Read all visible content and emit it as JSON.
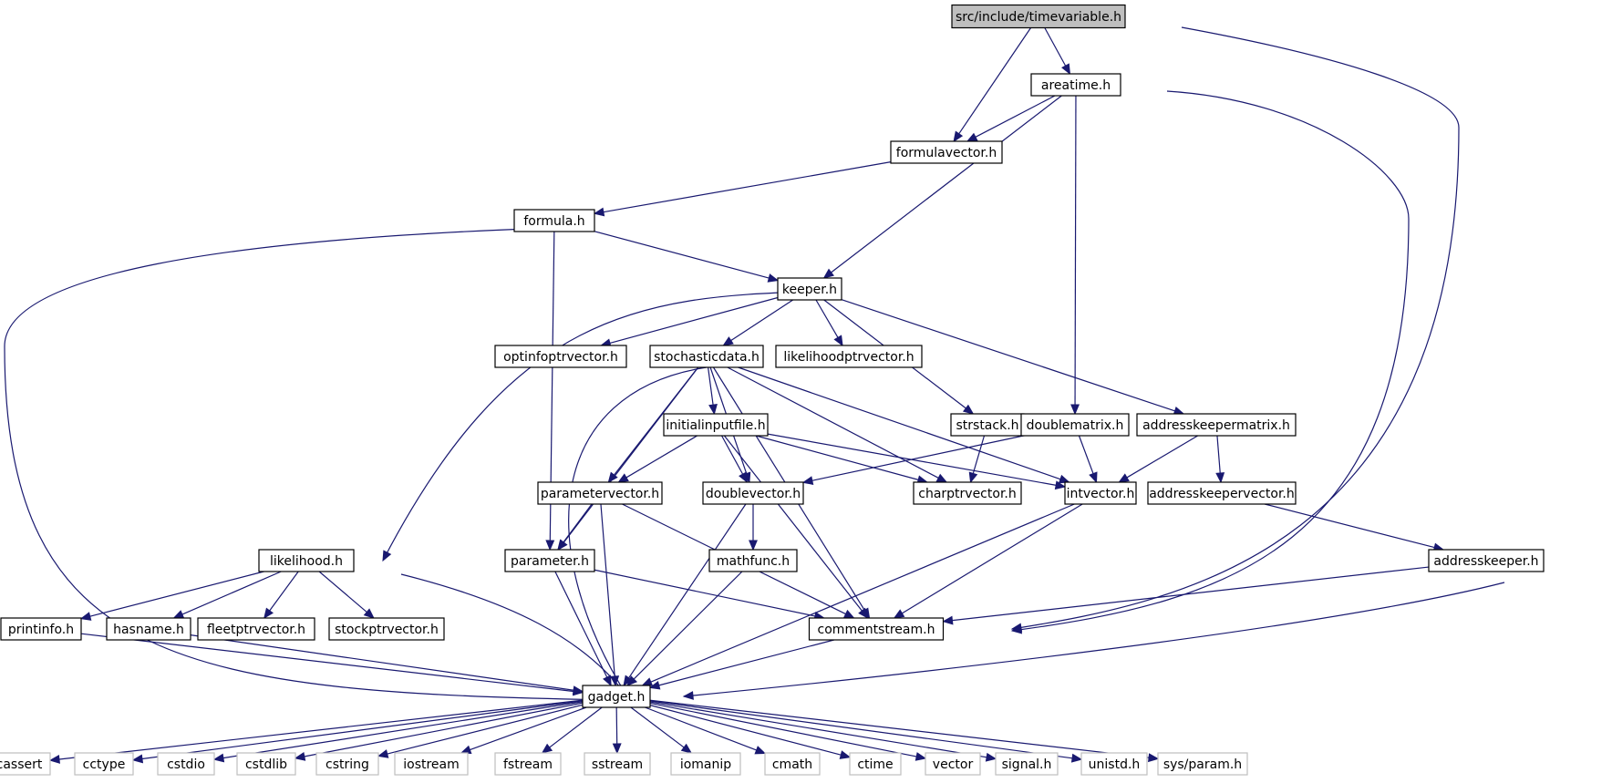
{
  "colors": {
    "edge": "#191970",
    "root_fill": "#bfbfbf",
    "external_border": "#bfbfbf",
    "node_border": "#000000",
    "background": "#ffffff"
  },
  "nodes": [
    {
      "id": "timevariable",
      "label": "src/include/timevariable.h",
      "kind": "root"
    },
    {
      "id": "areatime",
      "label": "areatime.h",
      "kind": "local"
    },
    {
      "id": "formulavector",
      "label": "formulavector.h",
      "kind": "local"
    },
    {
      "id": "formula",
      "label": "formula.h",
      "kind": "local"
    },
    {
      "id": "keeper",
      "label": "keeper.h",
      "kind": "local"
    },
    {
      "id": "optinfoptrvector",
      "label": "optinfoptrvector.h",
      "kind": "local"
    },
    {
      "id": "stochasticdata",
      "label": "stochasticdata.h",
      "kind": "local"
    },
    {
      "id": "likelihoodptrvector",
      "label": "likelihoodptrvector.h",
      "kind": "local"
    },
    {
      "id": "initialinputfile",
      "label": "initialinputfile.h",
      "kind": "local"
    },
    {
      "id": "strstack",
      "label": "strstack.h",
      "kind": "local"
    },
    {
      "id": "doublematrix",
      "label": "doublematrix.h",
      "kind": "local"
    },
    {
      "id": "addresskeepermatrix",
      "label": "addresskeepermatrix.h",
      "kind": "local"
    },
    {
      "id": "parametervector",
      "label": "parametervector.h",
      "kind": "local"
    },
    {
      "id": "doublevector",
      "label": "doublevector.h",
      "kind": "local"
    },
    {
      "id": "charptrvector",
      "label": "charptrvector.h",
      "kind": "local"
    },
    {
      "id": "intvector",
      "label": "intvector.h",
      "kind": "local"
    },
    {
      "id": "addresskeepervector",
      "label": "addresskeepervector.h",
      "kind": "local"
    },
    {
      "id": "likelihood",
      "label": "likelihood.h",
      "kind": "local"
    },
    {
      "id": "parameter",
      "label": "parameter.h",
      "kind": "local"
    },
    {
      "id": "mathfunc",
      "label": "mathfunc.h",
      "kind": "local"
    },
    {
      "id": "addresskeeper",
      "label": "addresskeeper.h",
      "kind": "local"
    },
    {
      "id": "printinfo",
      "label": "printinfo.h",
      "kind": "local"
    },
    {
      "id": "hasname",
      "label": "hasname.h",
      "kind": "local"
    },
    {
      "id": "fleetptrvector",
      "label": "fleetptrvector.h",
      "kind": "local"
    },
    {
      "id": "stockptrvector",
      "label": "stockptrvector.h",
      "kind": "local"
    },
    {
      "id": "commentstream",
      "label": "commentstream.h",
      "kind": "local"
    },
    {
      "id": "gadget",
      "label": "gadget.h",
      "kind": "local"
    },
    {
      "id": "cassert",
      "label": "cassert",
      "kind": "external"
    },
    {
      "id": "cctype",
      "label": "cctype",
      "kind": "external"
    },
    {
      "id": "cstdio",
      "label": "cstdio",
      "kind": "external"
    },
    {
      "id": "cstdlib",
      "label": "cstdlib",
      "kind": "external"
    },
    {
      "id": "cstring",
      "label": "cstring",
      "kind": "external"
    },
    {
      "id": "iostream",
      "label": "iostream",
      "kind": "external"
    },
    {
      "id": "fstream",
      "label": "fstream",
      "kind": "external"
    },
    {
      "id": "sstream",
      "label": "sstream",
      "kind": "external"
    },
    {
      "id": "iomanip",
      "label": "iomanip",
      "kind": "external"
    },
    {
      "id": "cmath",
      "label": "cmath",
      "kind": "external"
    },
    {
      "id": "ctime",
      "label": "ctime",
      "kind": "external"
    },
    {
      "id": "vector",
      "label": "vector",
      "kind": "external"
    },
    {
      "id": "signal",
      "label": "signal.h",
      "kind": "external"
    },
    {
      "id": "unistd",
      "label": "unistd.h",
      "kind": "external"
    },
    {
      "id": "sysparam",
      "label": "sys/param.h",
      "kind": "external"
    }
  ],
  "edges": [
    [
      "timevariable",
      "areatime"
    ],
    [
      "timevariable",
      "formulavector"
    ],
    [
      "timevariable",
      "commentstream"
    ],
    [
      "areatime",
      "formulavector"
    ],
    [
      "areatime",
      "keeper"
    ],
    [
      "areatime",
      "doublematrix"
    ],
    [
      "areatime",
      "commentstream"
    ],
    [
      "formulavector",
      "formula"
    ],
    [
      "formula",
      "keeper"
    ],
    [
      "formula",
      "parameter"
    ],
    [
      "formula",
      "gadget"
    ],
    [
      "keeper",
      "optinfoptrvector"
    ],
    [
      "keeper",
      "stochasticdata"
    ],
    [
      "keeper",
      "likelihoodptrvector"
    ],
    [
      "keeper",
      "strstack"
    ],
    [
      "keeper",
      "addresskeepermatrix"
    ],
    [
      "keeper",
      "likelihood"
    ],
    [
      "stochasticdata",
      "initialinputfile"
    ],
    [
      "stochasticdata",
      "parametervector"
    ],
    [
      "stochasticdata",
      "doublevector"
    ],
    [
      "stochasticdata",
      "charptrvector"
    ],
    [
      "stochasticdata",
      "intvector"
    ],
    [
      "stochasticdata",
      "parameter"
    ],
    [
      "stochasticdata",
      "commentstream"
    ],
    [
      "stochasticdata",
      "gadget"
    ],
    [
      "initialinputfile",
      "parametervector"
    ],
    [
      "initialinputfile",
      "doublevector"
    ],
    [
      "initialinputfile",
      "charptrvector"
    ],
    [
      "initialinputfile",
      "intvector"
    ],
    [
      "initialinputfile",
      "commentstream"
    ],
    [
      "strstack",
      "charptrvector"
    ],
    [
      "doublematrix",
      "doublevector"
    ],
    [
      "doublematrix",
      "intvector"
    ],
    [
      "addresskeepermatrix",
      "intvector"
    ],
    [
      "addresskeepermatrix",
      "addresskeepervector"
    ],
    [
      "addresskeepervector",
      "addresskeeper"
    ],
    [
      "parametervector",
      "parameter"
    ],
    [
      "parametervector",
      "commentstream"
    ],
    [
      "parametervector",
      "gadget"
    ],
    [
      "doublevector",
      "mathfunc"
    ],
    [
      "doublevector",
      "gadget"
    ],
    [
      "intvector",
      "commentstream"
    ],
    [
      "intvector",
      "gadget"
    ],
    [
      "likelihood",
      "printinfo"
    ],
    [
      "likelihood",
      "hasname"
    ],
    [
      "likelihood",
      "fleetptrvector"
    ],
    [
      "likelihood",
      "stockptrvector"
    ],
    [
      "likelihood",
      "gadget"
    ],
    [
      "parameter",
      "commentstream"
    ],
    [
      "parameter",
      "gadget"
    ],
    [
      "mathfunc",
      "gadget"
    ],
    [
      "addresskeeper",
      "commentstream"
    ],
    [
      "addresskeeper",
      "gadget"
    ],
    [
      "printinfo",
      "gadget"
    ],
    [
      "hasname",
      "gadget"
    ],
    [
      "commentstream",
      "gadget"
    ],
    [
      "gadget",
      "cassert"
    ],
    [
      "gadget",
      "cctype"
    ],
    [
      "gadget",
      "cstdio"
    ],
    [
      "gadget",
      "cstdlib"
    ],
    [
      "gadget",
      "cstring"
    ],
    [
      "gadget",
      "iostream"
    ],
    [
      "gadget",
      "fstream"
    ],
    [
      "gadget",
      "sstream"
    ],
    [
      "gadget",
      "iomanip"
    ],
    [
      "gadget",
      "cmath"
    ],
    [
      "gadget",
      "ctime"
    ],
    [
      "gadget",
      "vector"
    ],
    [
      "gadget",
      "signal"
    ],
    [
      "gadget",
      "unistd"
    ],
    [
      "gadget",
      "sysparam"
    ]
  ]
}
